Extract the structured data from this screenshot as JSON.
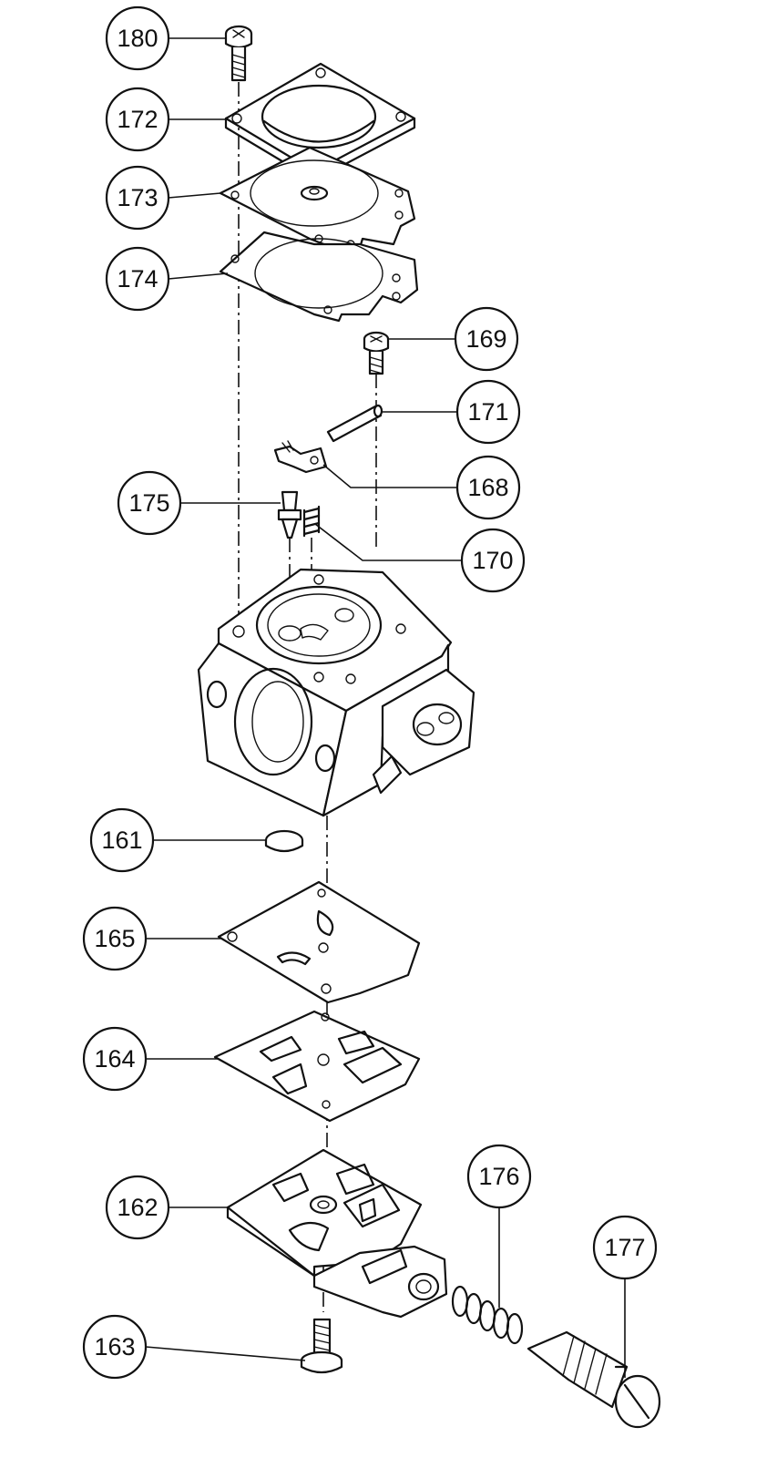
{
  "callouts": [
    {
      "id": "180",
      "label": "180"
    },
    {
      "id": "172",
      "label": "172"
    },
    {
      "id": "173",
      "label": "173"
    },
    {
      "id": "174",
      "label": "174"
    },
    {
      "id": "169",
      "label": "169"
    },
    {
      "id": "171",
      "label": "171"
    },
    {
      "id": "168",
      "label": "168"
    },
    {
      "id": "175",
      "label": "175"
    },
    {
      "id": "170",
      "label": "170"
    },
    {
      "id": "161",
      "label": "161"
    },
    {
      "id": "165",
      "label": "165"
    },
    {
      "id": "164",
      "label": "164"
    },
    {
      "id": "176",
      "label": "176"
    },
    {
      "id": "162",
      "label": "162"
    },
    {
      "id": "177",
      "label": "177"
    },
    {
      "id": "163",
      "label": "163"
    }
  ]
}
